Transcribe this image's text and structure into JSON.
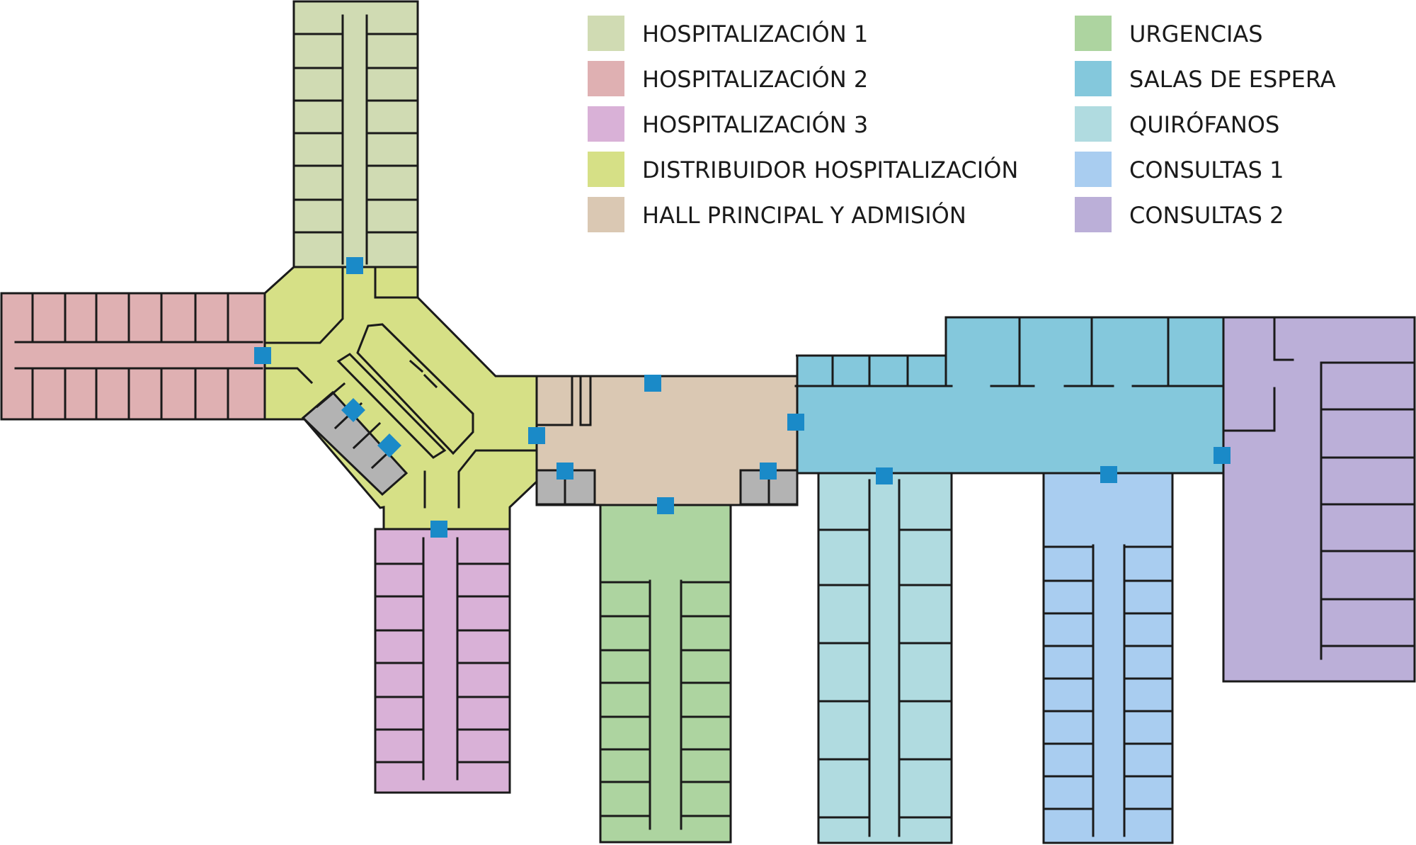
{
  "legend": [
    {
      "key": "hosp1",
      "label": "HOSPITALIZACIÓN 1",
      "color": "#d0dbb3"
    },
    {
      "key": "hosp2",
      "label": "HOSPITALIZACIÓN 2",
      "color": "#dfb0b2"
    },
    {
      "key": "hosp3",
      "label": "HOSPITALIZACIÓN 3",
      "color": "#d9b1d7"
    },
    {
      "key": "distrib",
      "label": "DISTRIBUIDOR HOSPITALIZACIÓN",
      "color": "#d6e086"
    },
    {
      "key": "hall",
      "label": "HALL PRINCIPAL Y ADMISIÓN",
      "color": "#dac8b3"
    },
    {
      "key": "urg",
      "label": "URGENCIAS",
      "color": "#add4a0"
    },
    {
      "key": "salas",
      "label": "SALAS DE ESPERA",
      "color": "#84c8dc"
    },
    {
      "key": "quiro",
      "label": "QUIRÓFANOS",
      "color": "#b0dbe0"
    },
    {
      "key": "cons1",
      "label": "CONSULTAS 1",
      "color": "#a9cdf0"
    },
    {
      "key": "cons2",
      "label": "CONSULTAS 2",
      "color": "#bbafd8"
    }
  ],
  "colors": {
    "stairs": "#b3b3b3",
    "door_marker": "#1a8ac8",
    "wall": "#1a1a1a"
  }
}
